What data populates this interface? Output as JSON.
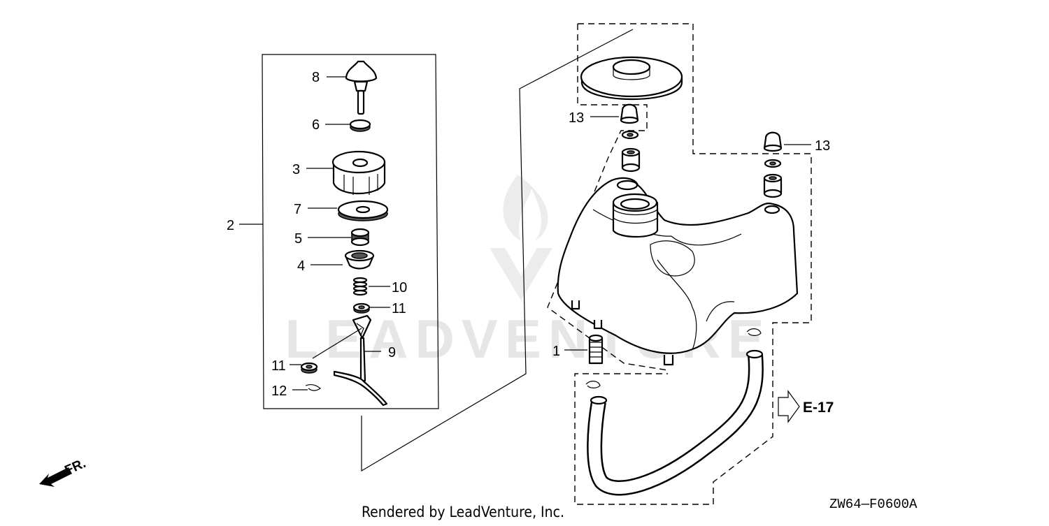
{
  "diagram": {
    "callouts": [
      "8",
      "6",
      "3",
      "7",
      "2",
      "5",
      "4",
      "10",
      "11",
      "9",
      "11",
      "12",
      "13",
      "13",
      "1"
    ],
    "reference": "E-17",
    "direction": "FR.",
    "watermark": "LEADVENTURE",
    "drawing_code": "ZW64—F0600A",
    "credit": "Rendered by LeadVenture, Inc."
  }
}
